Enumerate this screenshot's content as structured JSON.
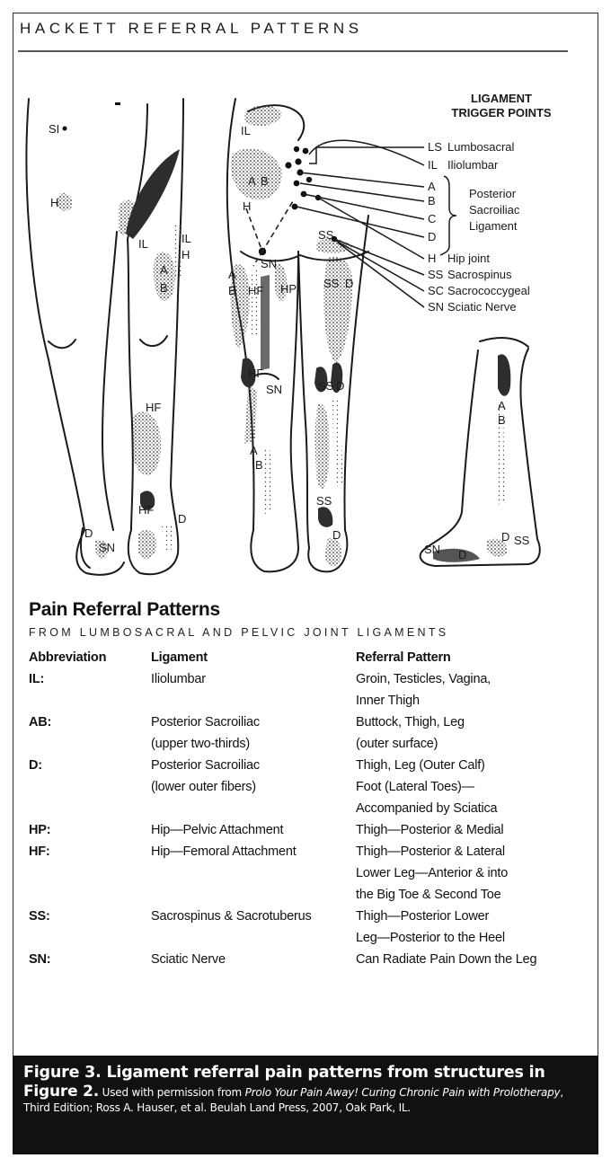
{
  "header": {
    "title": "HACKETT REFERRAL PATTERNS"
  },
  "figure": {
    "legend_title_1": "LIGAMENT",
    "legend_title_2": "TRIGGER POINTS",
    "legend": [
      {
        "code": "LS",
        "name": "Lumbosacral"
      },
      {
        "code": "IL",
        "name": "Iliolumbar"
      },
      {
        "code": "A",
        "name": ""
      },
      {
        "code": "B",
        "name": ""
      },
      {
        "code": "C",
        "name": ""
      },
      {
        "code": "D",
        "name": ""
      },
      {
        "code": "H",
        "name": "Hip joint"
      },
      {
        "code": "SS",
        "name": "Sacrospinus"
      },
      {
        "code": "SC",
        "name": "Sacrococcygeal"
      },
      {
        "code": "SN",
        "name": "Sciatic Nerve"
      }
    ],
    "bracket_label": [
      "Posterior",
      "Sacroiliac",
      "Ligament"
    ],
    "front_labels": [
      "SI",
      "H",
      "IL",
      "IL",
      "H",
      "A",
      "B",
      "HF",
      "D",
      "SN",
      "HF",
      "D"
    ],
    "back_labels": [
      "IL",
      "A",
      "B",
      "H",
      "SS",
      "SN",
      "HF",
      "HP",
      "SS",
      "D",
      "A",
      "B",
      "HF",
      "SN",
      "SS",
      "D",
      "A",
      "B",
      "SS",
      "D"
    ],
    "side_labels": [
      "A",
      "B",
      "SN",
      "D",
      "D",
      "SS"
    ]
  },
  "table": {
    "title": "Pain Referral Patterns",
    "subtitle": "FROM LUMBOSACRAL AND PELVIC JOINT LIGAMENTS",
    "headers": [
      "Abbreviation",
      "Ligament",
      "Referral Pattern"
    ],
    "rows": [
      {
        "abbr": "IL:",
        "ligament": [
          "Iliolumbar"
        ],
        "pattern": [
          "Groin, Testicles, Vagina,",
          "Inner Thigh"
        ]
      },
      {
        "abbr": "AB:",
        "ligament": [
          "Posterior Sacroiliac",
          "(upper two-thirds)"
        ],
        "pattern": [
          "Buttock, Thigh, Leg",
          "(outer surface)"
        ]
      },
      {
        "abbr": "D:",
        "ligament": [
          "Posterior Sacroiliac",
          "(lower outer fibers)"
        ],
        "pattern": [
          "Thigh, Leg (Outer Calf)",
          "Foot (Lateral Toes)—",
          "Accompanied by Sciatica"
        ]
      },
      {
        "abbr": "HP:",
        "ligament": [
          "Hip—Pelvic Attachment"
        ],
        "pattern": [
          "Thigh—Posterior & Medial"
        ]
      },
      {
        "abbr": "HF:",
        "ligament": [
          "Hip—Femoral Attachment"
        ],
        "pattern": [
          "Thigh—Posterior & Lateral",
          "Lower Leg—Anterior & into",
          "the Big Toe & Second Toe"
        ]
      },
      {
        "abbr": "SS:",
        "ligament": [
          "Sacrospinus & Sacrotuberus"
        ],
        "pattern": [
          "Thigh—Posterior Lower",
          "Leg—Posterior to the Heel"
        ]
      },
      {
        "abbr": "SN:",
        "ligament": [
          "Sciatic Nerve"
        ],
        "pattern": [
          "Can Radiate Pain Down the Leg"
        ]
      }
    ]
  },
  "caption": {
    "title": "Figure 3. Ligament referral pain patterns from structures in",
    "lead": "Figure 2.",
    "text_1": " Used with permission from ",
    "italic": "Prolo Your Pain Away! Curing Chronic Pain with Prolotherapy",
    "text_2": ", Third Edition; Ross A. Hauser, et al. Beulah Land Press, 2007, Oak Park, IL."
  }
}
